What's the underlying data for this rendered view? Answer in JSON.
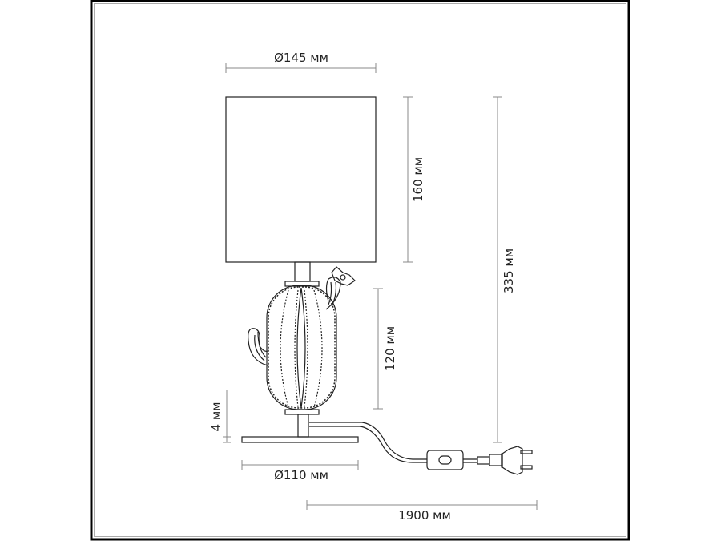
{
  "dimensions": {
    "shade_diameter": "Ø145 мм",
    "shade_height": "160 мм",
    "total_height": "335 мм",
    "body_height": "120 мм",
    "base_height": "4 мм",
    "base_diameter": "Ø110 мм",
    "cord_length": "1900 мм"
  }
}
